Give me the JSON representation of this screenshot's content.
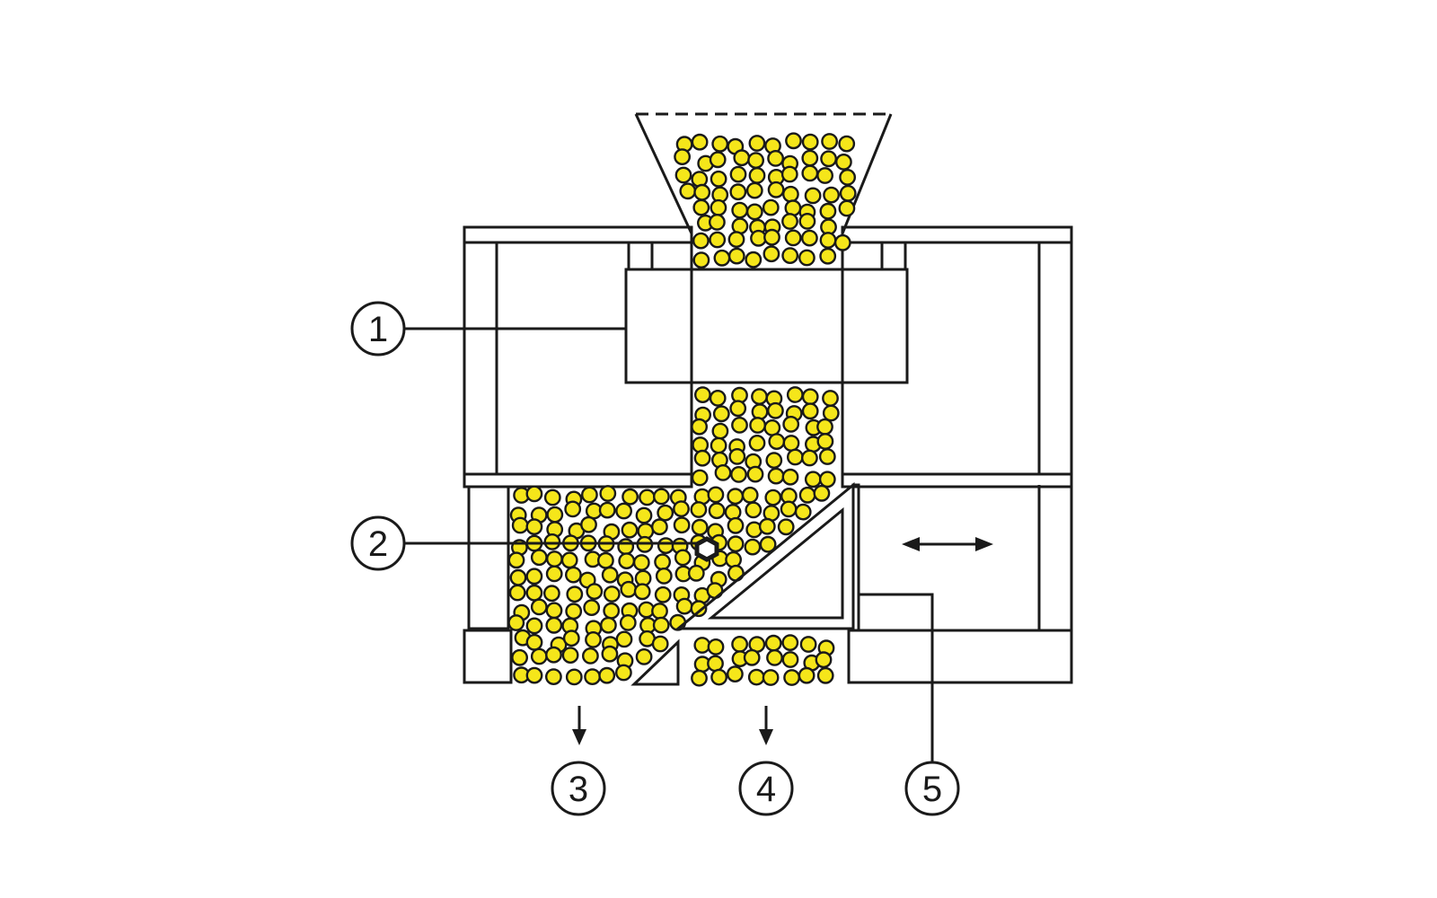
{
  "colors": {
    "line": "#1a1a1a",
    "pellet_fill": "#f5e61a",
    "sensor_fill": "#b8d587",
    "guide_fill": "#dedede",
    "background": "#ffffff"
  },
  "callouts": {
    "c1": "1",
    "c2": "2",
    "c3": "3",
    "c4": "4",
    "c5": "5"
  },
  "icons": {
    "arrow_down": "arrow-down-icon",
    "bidirectional_arrow": "double-headed-arrow-icon",
    "valve": "hexagon-nozzle-icon"
  }
}
